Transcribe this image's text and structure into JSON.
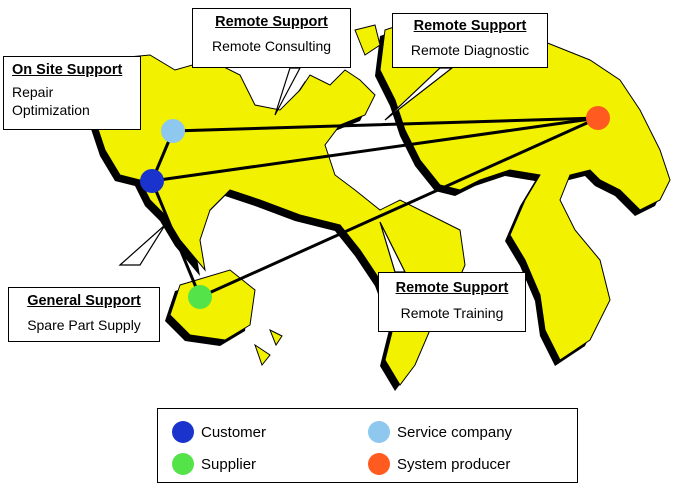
{
  "callouts": {
    "onsite": {
      "title": "On Site Support",
      "lines": [
        "Repair",
        "Optimization"
      ]
    },
    "remote_consulting": {
      "title": "Remote Support",
      "line": "Remote Consulting"
    },
    "remote_diagnostic": {
      "title": "Remote Support",
      "line": "Remote Diagnostic"
    },
    "general": {
      "title": "General Support",
      "line": "Spare Part Supply"
    },
    "remote_training": {
      "title": "Remote Support",
      "line": "Remote Training"
    }
  },
  "legend": {
    "customer": "Customer",
    "service_company": "Service company",
    "supplier": "Supplier",
    "system_producer": "System producer"
  },
  "colors": {
    "customer": "#1a33cc",
    "service_company": "#8ec8ee",
    "supplier": "#55e34a",
    "system_producer": "#ff5a1f",
    "land": "#f2f200",
    "land_shadow": "#000000"
  },
  "icons": [
    "world-map"
  ]
}
